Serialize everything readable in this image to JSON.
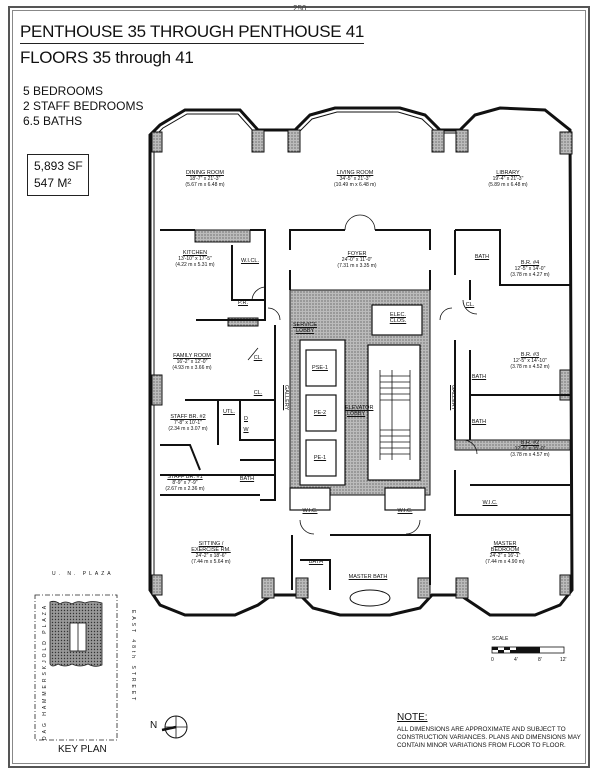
{
  "page_number": "250",
  "header": {
    "title": "PENTHOUSE 35 THROUGH PENTHOUSE 41",
    "subtitle": "FLOORS 35 through 41"
  },
  "stats": [
    "5 BEDROOMS",
    "2 STAFF BEDROOMS",
    "6.5 BATHS"
  ],
  "area": {
    "imperial": "5,893 SF",
    "metric": "547 M²"
  },
  "rooms": [
    {
      "name": "DINING ROOM",
      "dims": "18'-7\" x 21'-3\"",
      "metric": "(5.67 m x 6.48 m)"
    },
    {
      "name": "LIVING ROOM",
      "dims": "34'-5\" x 21'-3\"",
      "metric": "(10.49 m x 6.48 m)"
    },
    {
      "name": "LIBRARY",
      "dims": "19'-4\" x 21'-3\"",
      "metric": "(5.89 m x 6.48 m)"
    },
    {
      "name": "KITCHEN",
      "dims": "13'-10\" x 17'-5\"",
      "metric": "(4.22 m x 5.31 m)"
    },
    {
      "name": "FOYER",
      "dims": "24'-0\" x 11'-0\"",
      "metric": "(7.31 m x 3.35 m)"
    },
    {
      "name": "B.R. #4",
      "dims": "12'-5\" x 14'-0\"",
      "metric": "(3.78 m x 4.27 m)"
    },
    {
      "name": "FAMILY ROOM",
      "dims": "16'-2\" x 12'-0\"",
      "metric": "(4.93 m x 3.66 m)"
    },
    {
      "name": "B.R. #3",
      "dims": "12'-5\" x 14'-10\"",
      "metric": "(3.78 m x 4.52 m)"
    },
    {
      "name": "STAFF BR. #2",
      "dims": "7'-8\" x 10'-1\"",
      "metric": "(2.34 m x 3.07 m)"
    },
    {
      "name": "B.R. #2",
      "dims": "12'-5\" x 15'-0\"",
      "metric": "(3.78 m x 4.57 m)"
    },
    {
      "name": "STAFF BR. #1",
      "dims": "8'-9\" x 7'-9\"",
      "metric": "(2.67 m x 2.36 m)"
    },
    {
      "name": "SITTING / EXERCISE RM.",
      "dims": "24'-2\" x 18'-6\"",
      "metric": "(7.44 m x 5.64 m)"
    },
    {
      "name": "MASTER BEDROOM",
      "dims": "24'-2\" x 16'-1\"",
      "metric": "(7.44 m x 4.90 m)"
    }
  ],
  "labels": {
    "wicl": "W.I.CL.",
    "pr": "P.R.",
    "bath": "BATH",
    "cl": "CL.",
    "service_lobby": "SERVICE LOBBY",
    "elec_clos": "ELEC. CLOS.",
    "gallery": "GALLERY",
    "pse1": "PSE-1",
    "pe2": "PE-2",
    "pe1": "PE-1",
    "elevator_lobby": "ELEVATOR LOBBY",
    "utl": "UTL.",
    "d": "D",
    "w": "W",
    "wic": "W.I.C.",
    "master_bath": "MASTER BATH"
  },
  "key_plan": {
    "label": "KEY PLAN",
    "north": "N",
    "streets": [
      "U. N. PLAZA",
      "DAG HAMMERSKJOLD PLAZA",
      "EAST 48th STREET"
    ]
  },
  "scale": {
    "label": "SCALE",
    "ticks": [
      "0",
      "4'",
      "8'",
      "12'"
    ]
  },
  "note": {
    "heading": "NOTE:",
    "text": "ALL DIMENSIONS ARE APPROXIMATE AND SUBJECT TO CONSTRUCTION VARIANCES.  PLANS AND DIMENSIONS MAY CONTAIN MINOR VARIATIONS FROM FLOOR TO FLOOR."
  }
}
